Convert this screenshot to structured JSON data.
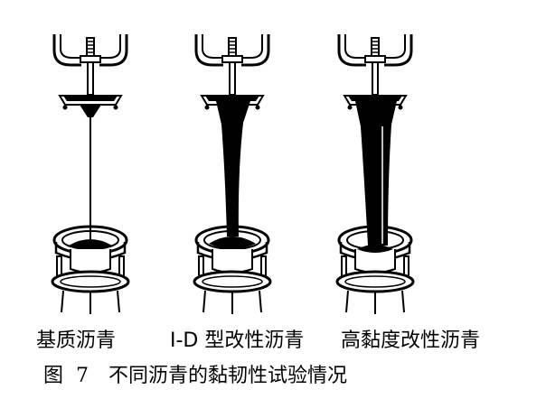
{
  "labels": {
    "base": "基质沥青",
    "id_modified": "I-D 型改性沥青",
    "high_viscosity": "高黏度改性沥青"
  },
  "caption": {
    "fig": "图",
    "num": "7",
    "text": "不同沥青的黏韧性试验情况"
  },
  "colors": {
    "ink": "#000000",
    "background": "#ffffff"
  }
}
